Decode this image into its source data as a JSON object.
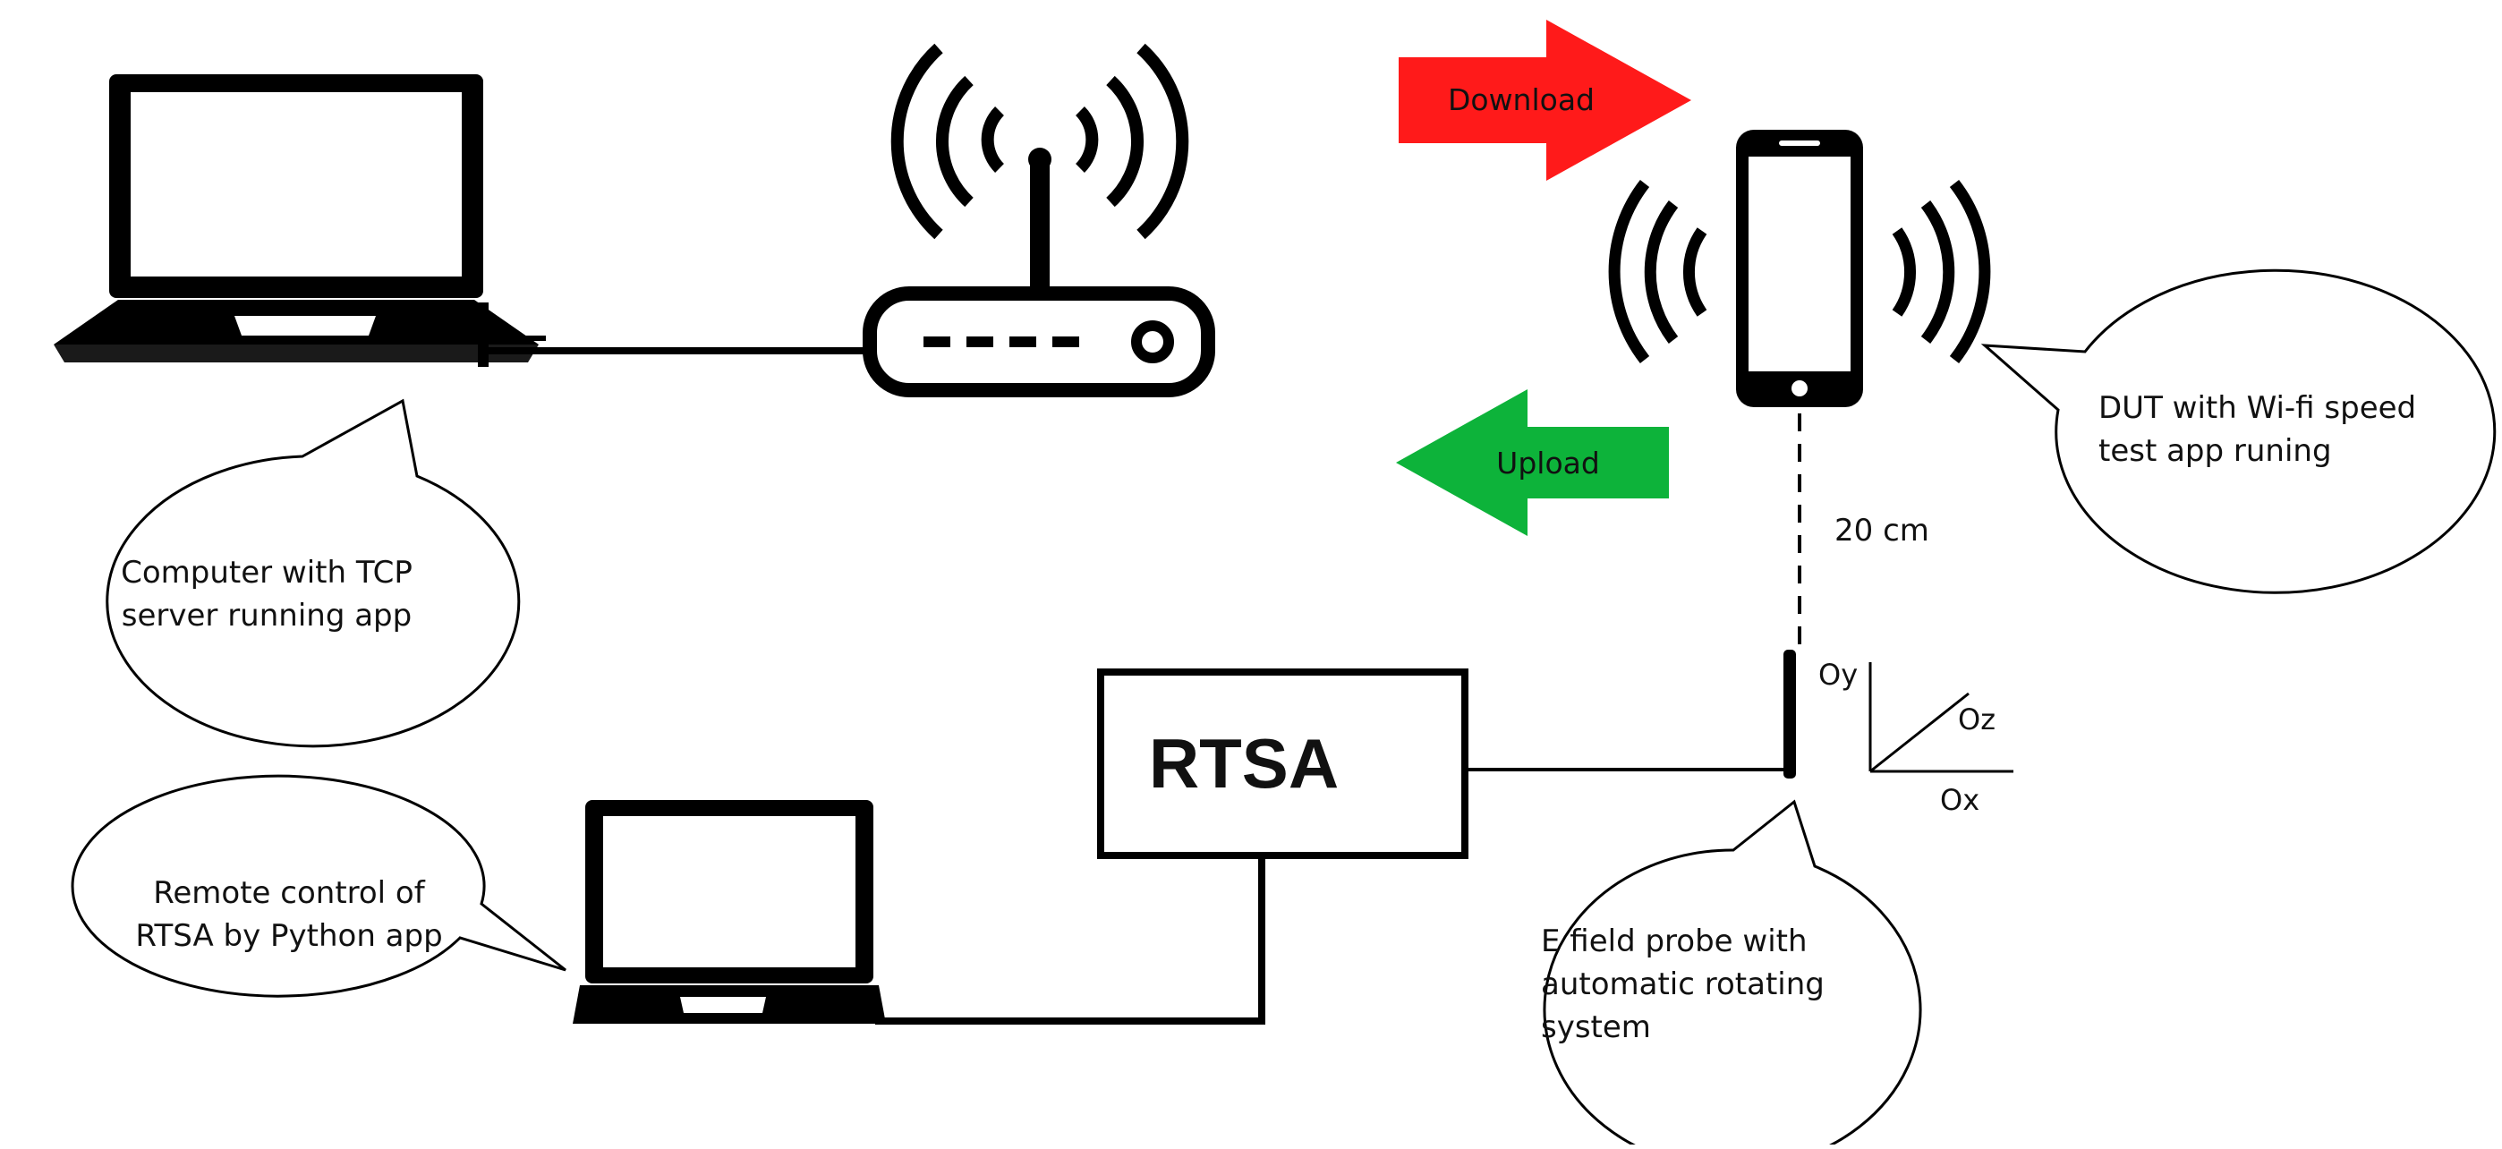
{
  "arrows": {
    "download": {
      "label": "Download",
      "color": "#ff1a1a"
    },
    "upload": {
      "label": "Upload",
      "color": "#0db33a"
    }
  },
  "bubbles": {
    "computer": [
      "Computer with TCP",
      "server running app"
    ],
    "dut": [
      "DUT with Wi-fi speed",
      "test app runing"
    ],
    "remote": [
      "Remote control of",
      "RTSA by Python app"
    ],
    "probe": [
      "E field probe with",
      "automatic rotating",
      "system"
    ]
  },
  "rtsa_label": "RTSA",
  "distance_label": "20 cm",
  "axes": {
    "oy": "Oy",
    "oz": "Oz",
    "ox": "Ox"
  }
}
